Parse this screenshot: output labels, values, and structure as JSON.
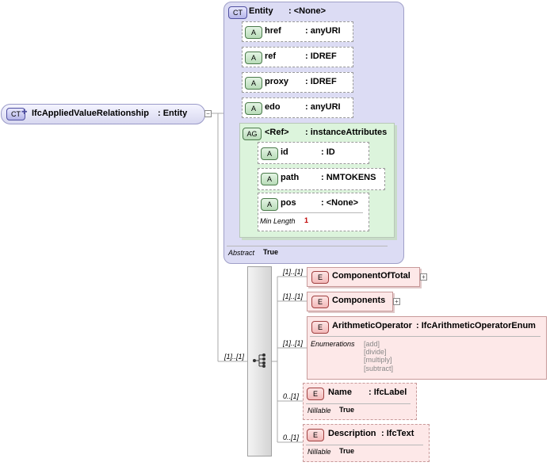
{
  "root": {
    "badge": "CT",
    "name": "IfcAppliedValueRelationship",
    "type": ": Entity"
  },
  "entity_type": {
    "badge": "CT",
    "name": "Entity",
    "type": ": <None>",
    "abstract_label": "Abstract",
    "abstract_value": "True"
  },
  "attributes": [
    {
      "badge": "A",
      "name": "href",
      "type": ": anyURI"
    },
    {
      "badge": "A",
      "name": "ref",
      "type": ": IDREF"
    },
    {
      "badge": "A",
      "name": "proxy",
      "type": ": IDREF"
    },
    {
      "badge": "A",
      "name": "edo",
      "type": ": anyURI"
    }
  ],
  "attr_group": {
    "badge": "AG",
    "name": "<Ref>",
    "type": ": instanceAttributes",
    "attributes": [
      {
        "badge": "A",
        "name": "id",
        "type": ": ID"
      },
      {
        "badge": "A",
        "name": "path",
        "type": ": NMTOKENS"
      },
      {
        "badge": "A",
        "name": "pos",
        "type": ": <None>",
        "facet_label": "Min Length",
        "facet_value": "1"
      }
    ]
  },
  "sequence_multiplicity": "[1]..[1]",
  "elements": [
    {
      "badge": "E",
      "name": "ComponentOfTotal",
      "type": "",
      "multiplicity": "[1]..[1]"
    },
    {
      "badge": "E",
      "name": "Components",
      "type": "",
      "multiplicity": "[1]..[1]"
    },
    {
      "badge": "E",
      "name": "ArithmeticOperator",
      "type": ": IfcArithmeticOperatorEnum",
      "multiplicity": "[1]..[1]",
      "enum_label": "Enumerations",
      "enums": [
        "[add]",
        "[divide]",
        "[multiply]",
        "[subtract]"
      ]
    },
    {
      "badge": "E",
      "name": "Name",
      "type": ": IfcLabel",
      "multiplicity": "0..[1]",
      "nillable_label": "Nillable",
      "nillable_value": "True"
    },
    {
      "badge": "E",
      "name": "Description",
      "type": ": IfcText",
      "multiplicity": "0..[1]",
      "nillable_label": "Nillable",
      "nillable_value": "True"
    }
  ]
}
